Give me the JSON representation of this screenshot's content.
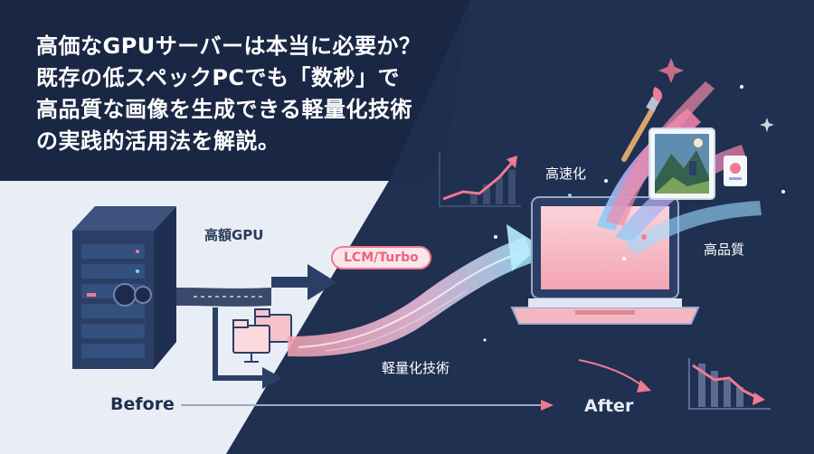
{
  "headline": {
    "line1": "高価なGPUサーバーは本当に必要か？",
    "line2": "既存の低スペックPCでも「数秒」で",
    "line3": "高品質な画像を生成できる軽量化技術",
    "line4": "の実践的活用法を解説。"
  },
  "labels": {
    "gpu": "高額GPU",
    "lcm": "LCM/Turbo",
    "fast": "高速化",
    "quality": "高品質",
    "tech": "軽量化技術",
    "before": "Before",
    "after": "After"
  },
  "colors": {
    "navy": "#1c2b4a",
    "light_panel": "#e9eef6",
    "pink": "#f3a6b4",
    "accent_pink": "#e8667e",
    "cyan": "#7fd6ff"
  },
  "icons": [
    "server-icon",
    "folder-icon",
    "arrow-icon",
    "laptop-icon",
    "landscape-image-icon",
    "paintbrush-icon",
    "rising-chart-icon",
    "falling-chart-icon",
    "sparkle-icon"
  ]
}
